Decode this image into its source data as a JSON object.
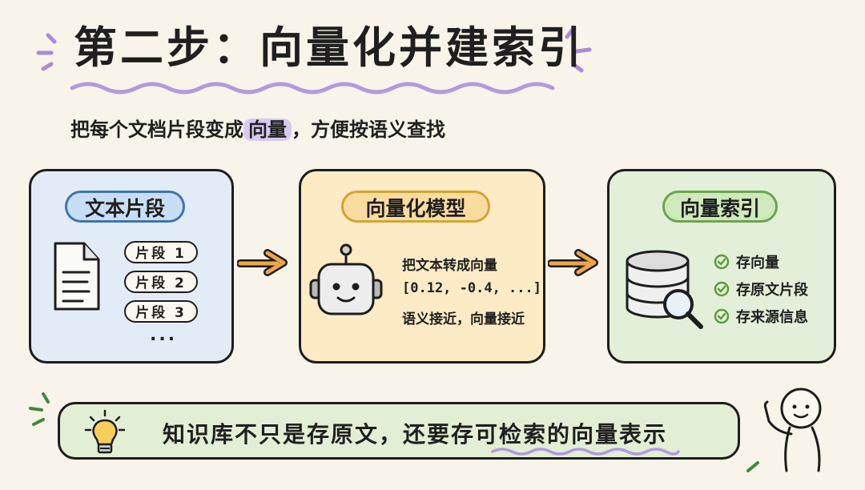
{
  "title": "第二步：向量化并建索引",
  "subtitle": {
    "before": "把每个文档片段变成",
    "highlight": "向量",
    "after": "，方便按语义查找"
  },
  "panels": [
    {
      "label": "文本片段",
      "fragments": [
        "片段 1",
        "片段 2",
        "片段 3"
      ],
      "more": "..."
    },
    {
      "label": "向量化模型",
      "lines": [
        "把文本转成向量",
        "[0.12, -0.4, ...]",
        "语义接近，向量接近"
      ]
    },
    {
      "label": "向量索引",
      "checks": [
        "存向量",
        "存原文片段",
        "存来源信息"
      ]
    }
  ],
  "tip": "知识库不只是存原文，还要存可检索的向量表示",
  "colors": {
    "blue_accent": "#3d74b6",
    "yellow_accent": "#d1a630",
    "green_accent": "#6aa54e",
    "purple_accent": "#a98bd6",
    "arrow_orange": "#f0a548"
  },
  "icons": [
    "document-icon",
    "robot-icon",
    "database-icon",
    "magnifier-icon",
    "check-icon",
    "lightbulb-icon",
    "stick-figure-icon",
    "arrow-right-icon"
  ]
}
